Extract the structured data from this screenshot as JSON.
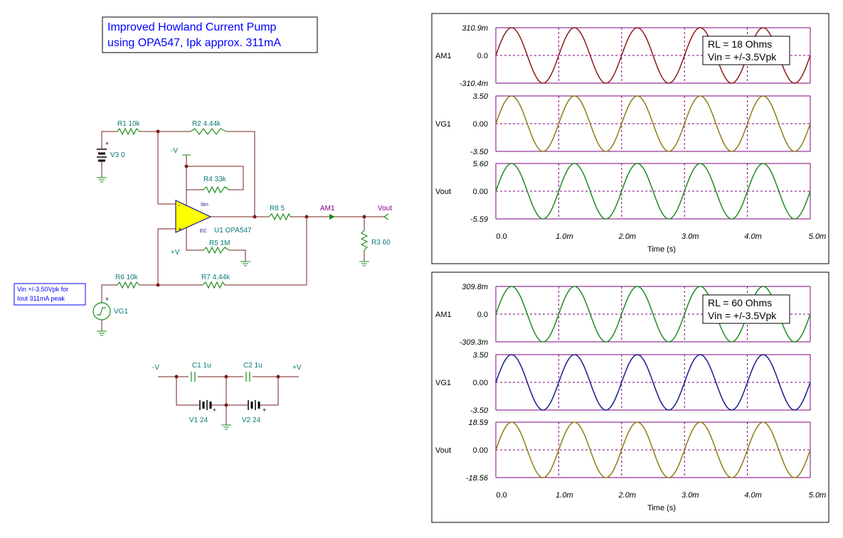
{
  "schematic": {
    "title_line1": "Improved Howland Current Pump",
    "title_line2": "using OPA547, Ipk approx. 311mA",
    "note_line1": "Vin +/-3.50Vpk for",
    "note_line2": "Iout 311mA peak",
    "components": {
      "r1": "R1 10k",
      "r2": "R2 4.44k",
      "r3": "R3 60",
      "r4": "R4 33k",
      "r5": "R5 1M",
      "r6": "R6 10k",
      "r7": "R7 4.44k",
      "r8": "R8 5",
      "v3": "V3 0",
      "vg1": "VG1",
      "u1": "U1 OPA547",
      "am1": "AM1",
      "vout": "Vout",
      "c1": "C1 1u",
      "c2": "C2 1u",
      "v1": "V1 24",
      "v2": "V2 24",
      "neg_v_top": "-V",
      "pos_v_bottom": "+V",
      "neg_v_supply": "-V",
      "pos_v_supply": "+V",
      "ilim": "Ilim",
      "ec": "EC"
    }
  },
  "chart_data": [
    {
      "type": "line",
      "legend": [
        "RL = 18 Ohms",
        "Vin = +/-3.5Vpk"
      ],
      "xlabel": "Time (s)",
      "xlim": [
        0,
        0.005
      ],
      "xticks": [
        "0.0",
        "1.0m",
        "2.0m",
        "3.0m",
        "4.0m",
        "5.0m"
      ],
      "panels": [
        {
          "name": "AM1",
          "color": "#8b1a1a",
          "ymax_label": "310.9m",
          "ymid_label": "0.0",
          "ymin_label": "-310.4m",
          "amplitude": 0.3109,
          "ylim": [
            -0.3104,
            0.3109
          ]
        },
        {
          "name": "VG1",
          "color": "#8c7d14",
          "ymax_label": "3.50",
          "ymid_label": "0.00",
          "ymin_label": "-3.50",
          "amplitude": 3.5,
          "ylim": [
            -3.5,
            3.5
          ]
        },
        {
          "name": "Vout",
          "color": "#1e8c1e",
          "ymax_label": "5.60",
          "ymid_label": "0.00",
          "ymin_label": "-5.59",
          "amplitude": 5.6,
          "ylim": [
            -5.59,
            5.6
          ]
        }
      ],
      "frequency_hz": 1000
    },
    {
      "type": "line",
      "legend": [
        "RL = 60 Ohms",
        "Vin = +/-3.5Vpk"
      ],
      "xlabel": "Time (s)",
      "xlim": [
        0,
        0.005
      ],
      "xticks": [
        "0.0",
        "1.0m",
        "2.0m",
        "3.0m",
        "4.0m",
        "5.0m"
      ],
      "panels": [
        {
          "name": "AM1",
          "color": "#1e8c1e",
          "ymax_label": "309.8m",
          "ymid_label": "0.0",
          "ymin_label": "-309.3m",
          "amplitude": 0.3098,
          "ylim": [
            -0.3093,
            0.3098
          ]
        },
        {
          "name": "VG1",
          "color": "#1a1a8b",
          "ymax_label": "3.50",
          "ymid_label": "0.00",
          "ymin_label": "-3.50",
          "amplitude": 3.5,
          "ylim": [
            -3.5,
            3.5
          ]
        },
        {
          "name": "Vout",
          "color": "#8c7d14",
          "ymax_label": "18.59",
          "ymid_label": "0.00",
          "ymin_label": "-18.56",
          "amplitude": 18.59,
          "ylim": [
            -18.56,
            18.59
          ]
        }
      ],
      "frequency_hz": 1000
    }
  ]
}
